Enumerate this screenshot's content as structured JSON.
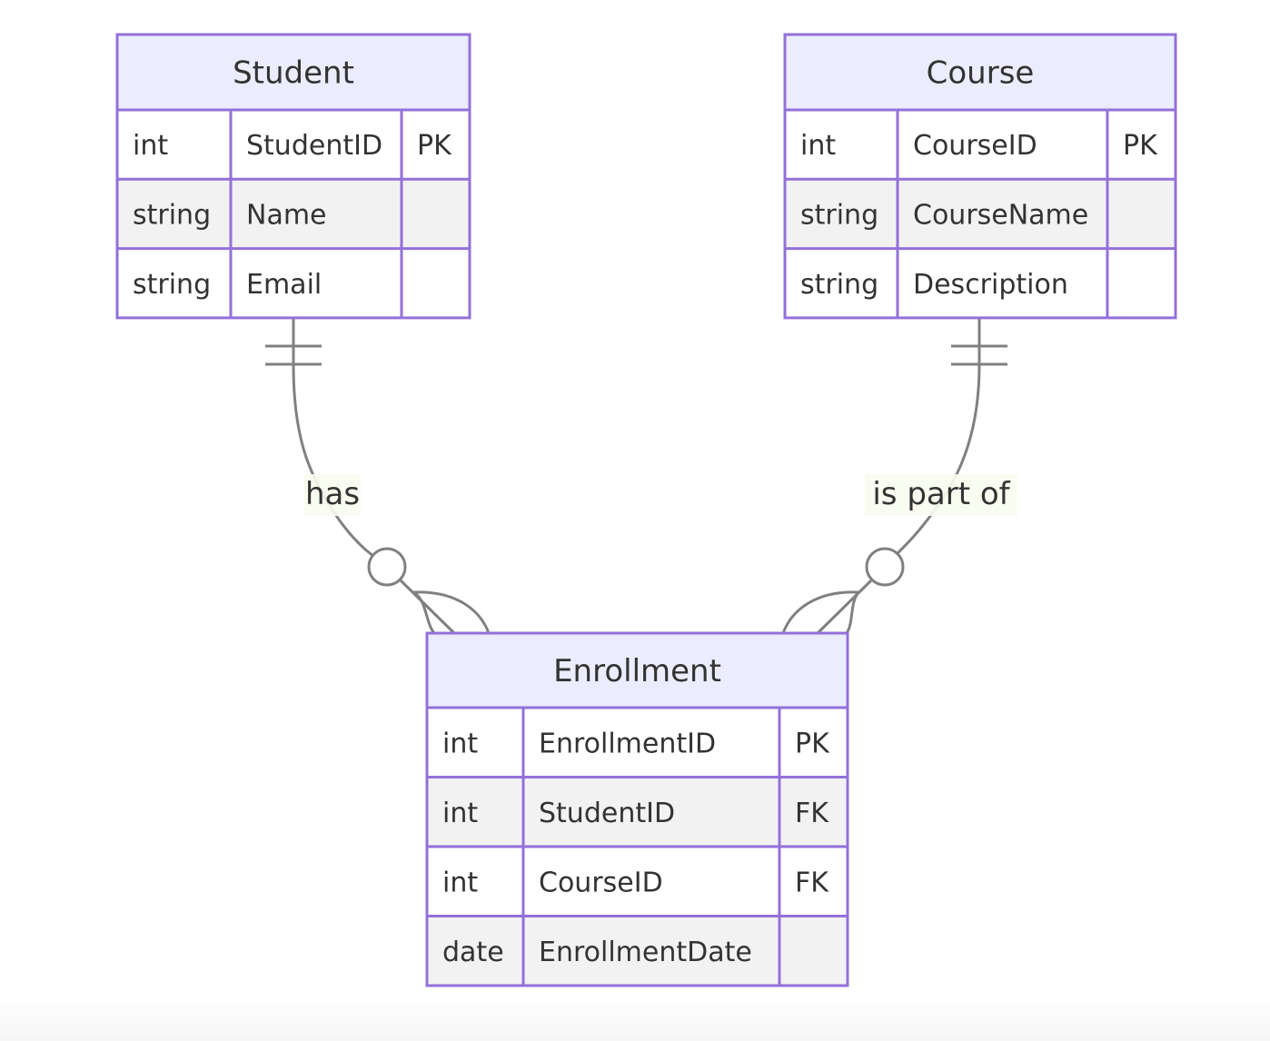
{
  "diagram": {
    "type": "entity-relationship",
    "colors": {
      "entity_border": "#9370db",
      "entity_header_fill": "#ececff",
      "row_odd_fill": "#ffffff",
      "row_even_fill": "#f2f2f2",
      "line": "#808080",
      "label_bg": "#f8fcee",
      "text": "#333333"
    }
  },
  "entities": {
    "student": {
      "name": "Student",
      "attributes": [
        {
          "type": "int",
          "name": "StudentID",
          "key": "PK"
        },
        {
          "type": "string",
          "name": "Name",
          "key": ""
        },
        {
          "type": "string",
          "name": "Email",
          "key": ""
        }
      ]
    },
    "course": {
      "name": "Course",
      "attributes": [
        {
          "type": "int",
          "name": "CourseID",
          "key": "PK"
        },
        {
          "type": "string",
          "name": "CourseName",
          "key": ""
        },
        {
          "type": "string",
          "name": "Description",
          "key": ""
        }
      ]
    },
    "enrollment": {
      "name": "Enrollment",
      "attributes": [
        {
          "type": "int",
          "name": "EnrollmentID",
          "key": "PK"
        },
        {
          "type": "int",
          "name": "StudentID",
          "key": "FK"
        },
        {
          "type": "int",
          "name": "CourseID",
          "key": "FK"
        },
        {
          "type": "date",
          "name": "EnrollmentDate",
          "key": ""
        }
      ]
    }
  },
  "relationships": [
    {
      "from": "Student",
      "to": "Enrollment",
      "label": "has",
      "from_cardinality": "exactly-one",
      "to_cardinality": "zero-or-more"
    },
    {
      "from": "Course",
      "to": "Enrollment",
      "label": "is part of",
      "from_cardinality": "exactly-one",
      "to_cardinality": "zero-or-more"
    }
  ]
}
